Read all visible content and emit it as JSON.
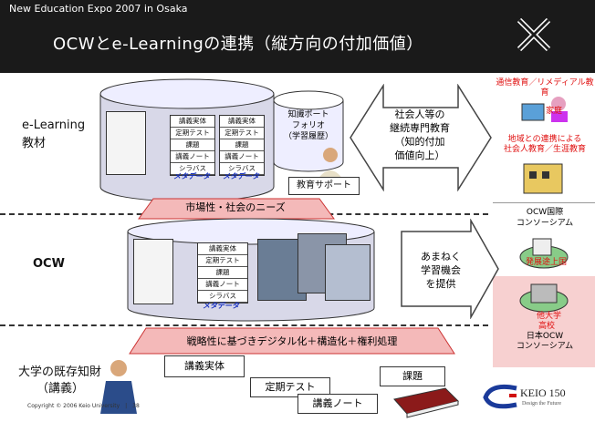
{
  "header": {
    "subtitle": "New Education Expo 2007 in Osaka",
    "title": "OCWとe-Learningの連携（縦方向の付加価値）"
  },
  "rows": {
    "elearning_label": [
      "e-Learning",
      "教材"
    ],
    "ocw_label": "OCW",
    "existing_label": [
      "大学の既存知財",
      "（講義）"
    ]
  },
  "material_cards": {
    "cards": [
      [
        "講義実体",
        "定期テスト",
        "課題",
        "講義ノート",
        "シラバス"
      ],
      [
        "講義実体",
        "定期テスト",
        "課題",
        "講義ノート",
        "シラバス"
      ]
    ],
    "metadata": "メタデータ"
  },
  "portfolio": [
    "知識ポート",
    "フォリオ",
    "（学習履歴）"
  ],
  "education_support": "教育サポート",
  "continuing_education": [
    "社会人等の",
    "継続専門教育",
    "（知的付加",
    "価値向上）"
  ],
  "market_needs": "市場性・社会のニーズ",
  "learning_opportunity": [
    "あまねく",
    "学習機会",
    "を提供"
  ],
  "strategy": "戦略性に基づきデジタル化＋構造化＋権利処理",
  "right_panel": {
    "distance_ed": "通信教育／リメディアル教育",
    "home": "家庭",
    "regional": [
      "地域との連携による",
      "社会人教育／生涯教育"
    ],
    "intl_consortium": [
      "OCW国際",
      "コンソーシアム"
    ],
    "developing": "発展途上国",
    "other_univ": [
      "他大学",
      "高校"
    ],
    "japan_consortium": [
      "日本OCW",
      "コンソーシアム"
    ]
  },
  "existing_items": {
    "lecture": "講義実体",
    "exam": "定期テスト",
    "notes": "講義ノート",
    "assignment": "課題"
  },
  "footer": {
    "copyright": "Copyright © 2006 Keio University　|　38",
    "logo": "KEIO 150",
    "logo_sub": "Design the Future"
  }
}
